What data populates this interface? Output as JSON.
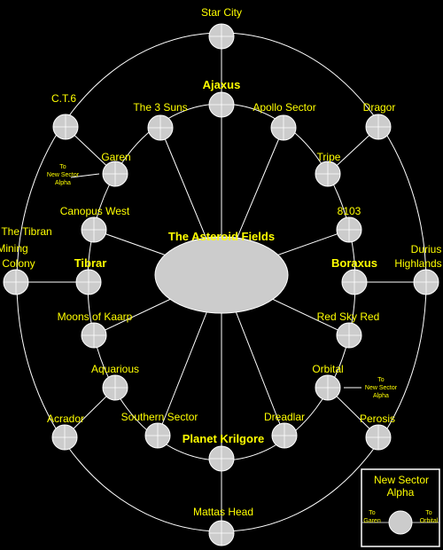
{
  "center_label": "The Asteroid Fields",
  "nodes": {
    "star_city": "Star City",
    "ajaxus": "Ajaxus",
    "the_3_suns": "The 3 Suns",
    "apollo_sector": "Apollo Sector",
    "ct6": "C.T.6",
    "dragor": "Dragor",
    "garen": "Garen",
    "tripe": "Tripe",
    "canopus_west": "Canopus West",
    "n8103": "8103",
    "tibran_line1": "The Tibran",
    "tibran_line2": "Mining",
    "tibran_line3": "Colony",
    "tibrar": "Tibrar",
    "boraxus": "Boraxus",
    "durius_line1": "Durius",
    "durius_line2": "Highlands",
    "moons_of_kaarp": "Moons of Kaarp",
    "red_sky_red": "Red Sky Red",
    "aquarious": "Aquarious",
    "orbital": "Orbital",
    "acrador": "Acrador",
    "southern_sector": "Southern Sector",
    "dreadlar": "Dreadlar",
    "perosis": "Perosis",
    "planet_krilgore": "Planet Krilgore",
    "mattas_head": "Mattas Head"
  },
  "notes": {
    "garen_to_line1": "To",
    "garen_to_line2": "New Sector",
    "garen_to_line3": "Alpha",
    "orbital_to_line1": "To",
    "orbital_to_line2": "New Sector",
    "orbital_to_line3": "Alpha"
  },
  "legend": {
    "title_line1": "New Sector",
    "title_line2": "Alpha",
    "left_line1": "To",
    "left_line2": "Garen",
    "right_line1": "To",
    "right_line2": "Orbital"
  },
  "colors": {
    "background": "#000000",
    "label": "#ffff00",
    "node_fill": "#cccccc",
    "line": "#ffffff"
  }
}
